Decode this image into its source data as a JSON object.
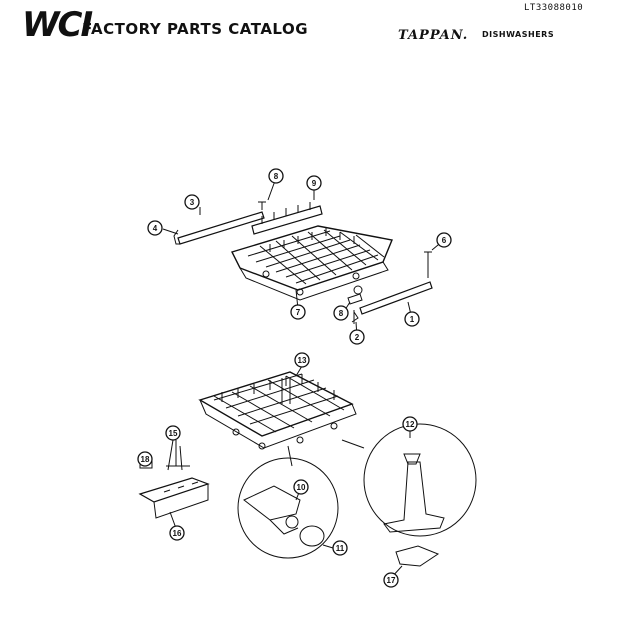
{
  "header": {
    "logo": "WCI",
    "catalog_title": "FACTORY PARTS CATALOG",
    "brand": "TAPPAN.",
    "category": "DISHWASHERS",
    "model_number": "LT33088010"
  },
  "callouts": [
    {
      "id": "c1",
      "label": "1"
    },
    {
      "id": "c2",
      "label": "2"
    },
    {
      "id": "c3",
      "label": "3"
    },
    {
      "id": "c4",
      "label": "4"
    },
    {
      "id": "c6",
      "label": "6"
    },
    {
      "id": "c7",
      "label": "7"
    },
    {
      "id": "c8",
      "label": "8"
    },
    {
      "id": "c8b",
      "label": "8"
    },
    {
      "id": "c9",
      "label": "9"
    },
    {
      "id": "c10",
      "label": "10"
    },
    {
      "id": "c11",
      "label": "11"
    },
    {
      "id": "c12",
      "label": "12"
    },
    {
      "id": "c13",
      "label": "13"
    },
    {
      "id": "c15",
      "label": "15"
    },
    {
      "id": "c16",
      "label": "16"
    },
    {
      "id": "c17",
      "label": "17"
    },
    {
      "id": "c18",
      "label": "18"
    }
  ]
}
